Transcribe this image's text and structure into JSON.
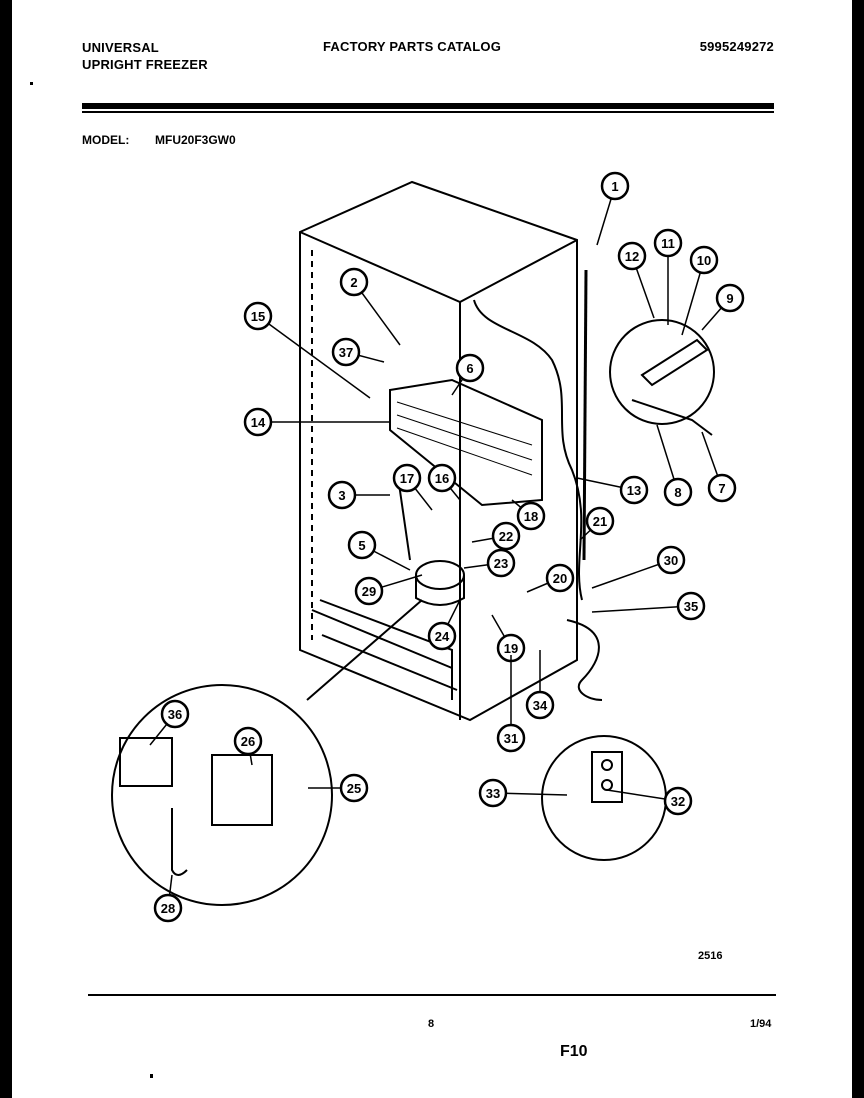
{
  "header": {
    "brand_line1": "UNIVERSAL",
    "brand_line2": "UPRIGHT FREEZER",
    "catalog_title": "FACTORY PARTS CATALOG",
    "catalog_number": "5995249272"
  },
  "model": {
    "label": "MODEL:",
    "value": "MFU20F3GW0"
  },
  "callouts": [
    "1",
    "2",
    "3",
    "5",
    "6",
    "7",
    "8",
    "9",
    "10",
    "11",
    "12",
    "13",
    "14",
    "15",
    "16",
    "17",
    "18",
    "19",
    "20",
    "21",
    "22",
    "23",
    "24",
    "25",
    "26",
    "28",
    "29",
    "30",
    "31",
    "32",
    "33",
    "34",
    "35",
    "36",
    "37"
  ],
  "footer": {
    "drawing_number": "2516",
    "page_number": "8",
    "date": "1/94",
    "figure_code": "F10"
  }
}
